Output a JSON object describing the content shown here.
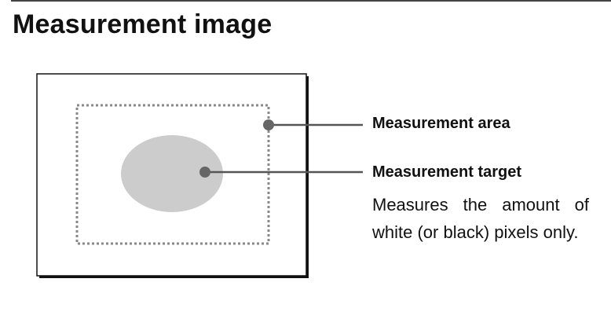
{
  "title": "Measurement image",
  "labels": {
    "measurement_area": "Measurement area",
    "measurement_target": "Measurement target",
    "target_description": "Measures the amount of white (or black) pixels only."
  },
  "colors": {
    "frame": "#111111",
    "dotted_area": "#888888",
    "target_fill": "#cccccc",
    "leader_line": "#555555",
    "dot": "#666666"
  }
}
